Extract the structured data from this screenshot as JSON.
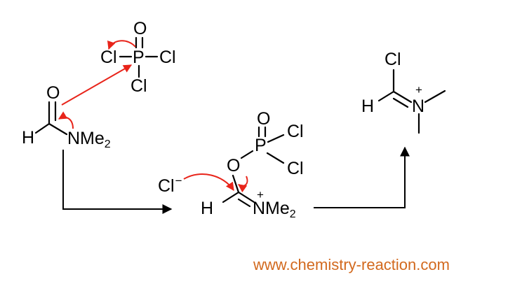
{
  "colors": {
    "bonds": "#000000",
    "electron_arrows": "#e8241a",
    "watermark": "#d2691e"
  },
  "pocl3": {
    "p": "P",
    "o": "O",
    "cl_left": "Cl",
    "cl_right": "Cl",
    "cl_bottom": "Cl"
  },
  "dmf": {
    "o": "O",
    "h": "H",
    "n": "NMe",
    "n_subscript": "2"
  },
  "intermediate": {
    "chloride": "Cl",
    "chloride_charge": "−",
    "o": "O",
    "p": "P",
    "p_o": "O",
    "cl_top": "Cl",
    "cl_bottom": "Cl",
    "h": "H",
    "n": "NMe",
    "n_subscript": "2",
    "n_charge": "+"
  },
  "product": {
    "cl": "Cl",
    "h": "H",
    "n": "N",
    "n_charge": "+"
  },
  "watermark": "www.chemistry-reaction.com"
}
